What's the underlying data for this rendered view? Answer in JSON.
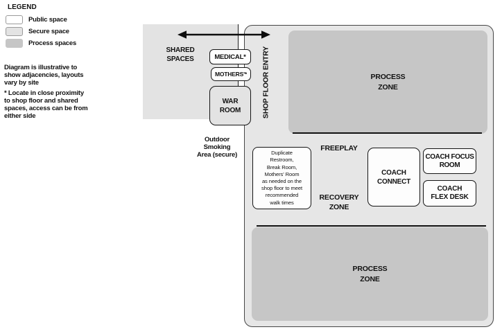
{
  "legend": {
    "title": "LEGEND",
    "items": [
      {
        "label": "Public space",
        "color": "#ffffff"
      },
      {
        "label": "Secure space",
        "color": "#e3e3e3"
      },
      {
        "label": "Process spaces",
        "color": "#c6c6c6"
      }
    ]
  },
  "notes": {
    "illustrative": "Diagram is illustrative to\nshow adjacencies, layouts\nvary by site",
    "footnote": "* Locate in close proximity\nto shop floor and shared\nspaces, access can be from\neither side"
  },
  "shared_spaces": {
    "label": "SHARED\nSPACES",
    "rooms": {
      "medical": "MEDICAL*",
      "mothers": "MOTHERS'*",
      "war_room": "WAR\nROOM"
    }
  },
  "outdoor_smoking": "Outdoor\nSmoking\nArea (secure)",
  "shop_floor": {
    "entry_label": "SHOP FLOOR ENTRY",
    "process_zone_top": "PROCESS\nZONE",
    "process_zone_bottom": "PROCESS\nZONE",
    "freeplay": "FREEPLAY",
    "recovery_zone": "RECOVERY\nZONE",
    "duplicate_note": "Duplicate\nRestroom,\nBreak Room,\nMothers' Room\nas needed on the\nshop floor to meet\nrecommended\nwalk times",
    "coach_connect": "COACH\nCONNECT",
    "coach_focus_room": "COACH FOCUS\nROOM",
    "coach_flex_desk": "COACH\nFLEX DESK"
  }
}
